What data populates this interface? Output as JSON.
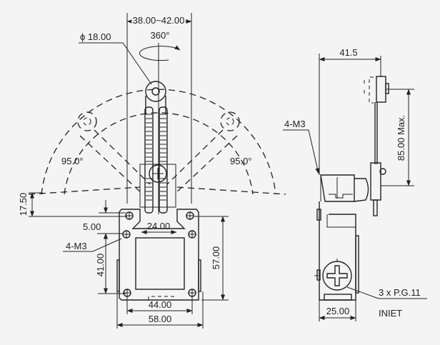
{
  "front_view": {
    "dim_stroke": "38.00~42.00",
    "dim_rotation": "360°",
    "dim_roller": "ϕ 18.00",
    "angle_left": "95.0°",
    "angle_right": "95.0°",
    "dim_17_50": "17.50",
    "dim_5_00": "5.00",
    "dim_24_00": "24.00",
    "mount_label": "4-M3",
    "dim_41_00": "41.00",
    "dim_57_00": "57.00",
    "dim_44_00": "44.00",
    "dim_58_00": "58.00"
  },
  "side_view": {
    "dim_41_5": "41.5",
    "mount_label": "4-M3",
    "dim_85_max": "85.00 Max.",
    "conduit_label": "3 x P.G.11",
    "conduit_sub": "INIET",
    "dim_25_00": "25.00"
  },
  "colors": {
    "line": "#222222",
    "background": "#f4f4f4"
  }
}
